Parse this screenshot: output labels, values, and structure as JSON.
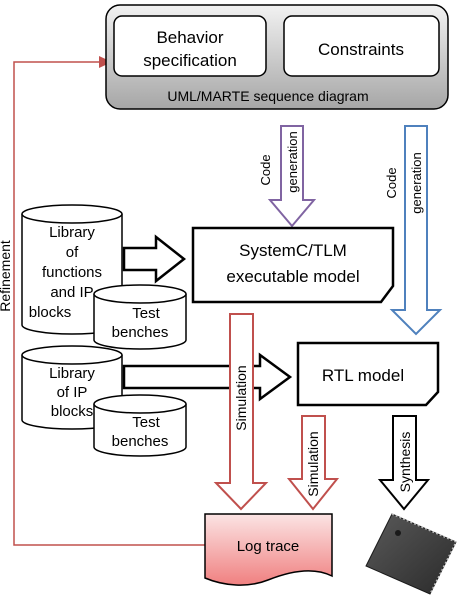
{
  "uml_box": {
    "behavior_line1": "Behavior",
    "behavior_line2": "specification",
    "constraints": "Constraints",
    "caption": "UML/MARTE sequence diagram"
  },
  "code_generation_left": {
    "line1": "Code",
    "line2": "generation"
  },
  "code_generation_right": {
    "line1": "Code",
    "line2": "generation"
  },
  "library_functions": {
    "lines": [
      "Library",
      "of",
      "functions",
      "and IP",
      "blocks"
    ]
  },
  "test_benches_top": {
    "line1": "Test",
    "line2": "benches"
  },
  "systemc_model": {
    "line1": "SystemC/TLM",
    "line2": "executable model"
  },
  "library_ip": {
    "lines": [
      "Library",
      "of IP",
      "blocks"
    ]
  },
  "test_benches_bottom": {
    "line1": "Test",
    "line2": "benches"
  },
  "rtl_model": {
    "label": "RTL model"
  },
  "simulation_left": "Simulation",
  "simulation_right": "Simulation",
  "synthesis": "Synthesis",
  "log_trace": "Log trace",
  "refinement": "Refinement",
  "colors": {
    "uml_gradient_top": "#f2f2f2",
    "uml_gradient_bottom": "#a6a6a6",
    "code_gen_left_arrow": "#8064a2",
    "code_gen_right_arrow": "#4f81bd",
    "simulation_arrow": "#c0504d",
    "log_trace_top": "#fbe4e4",
    "log_trace_bottom": "#f08080",
    "refinement_line": "#c0504d",
    "chip": "#3a3a3a"
  }
}
